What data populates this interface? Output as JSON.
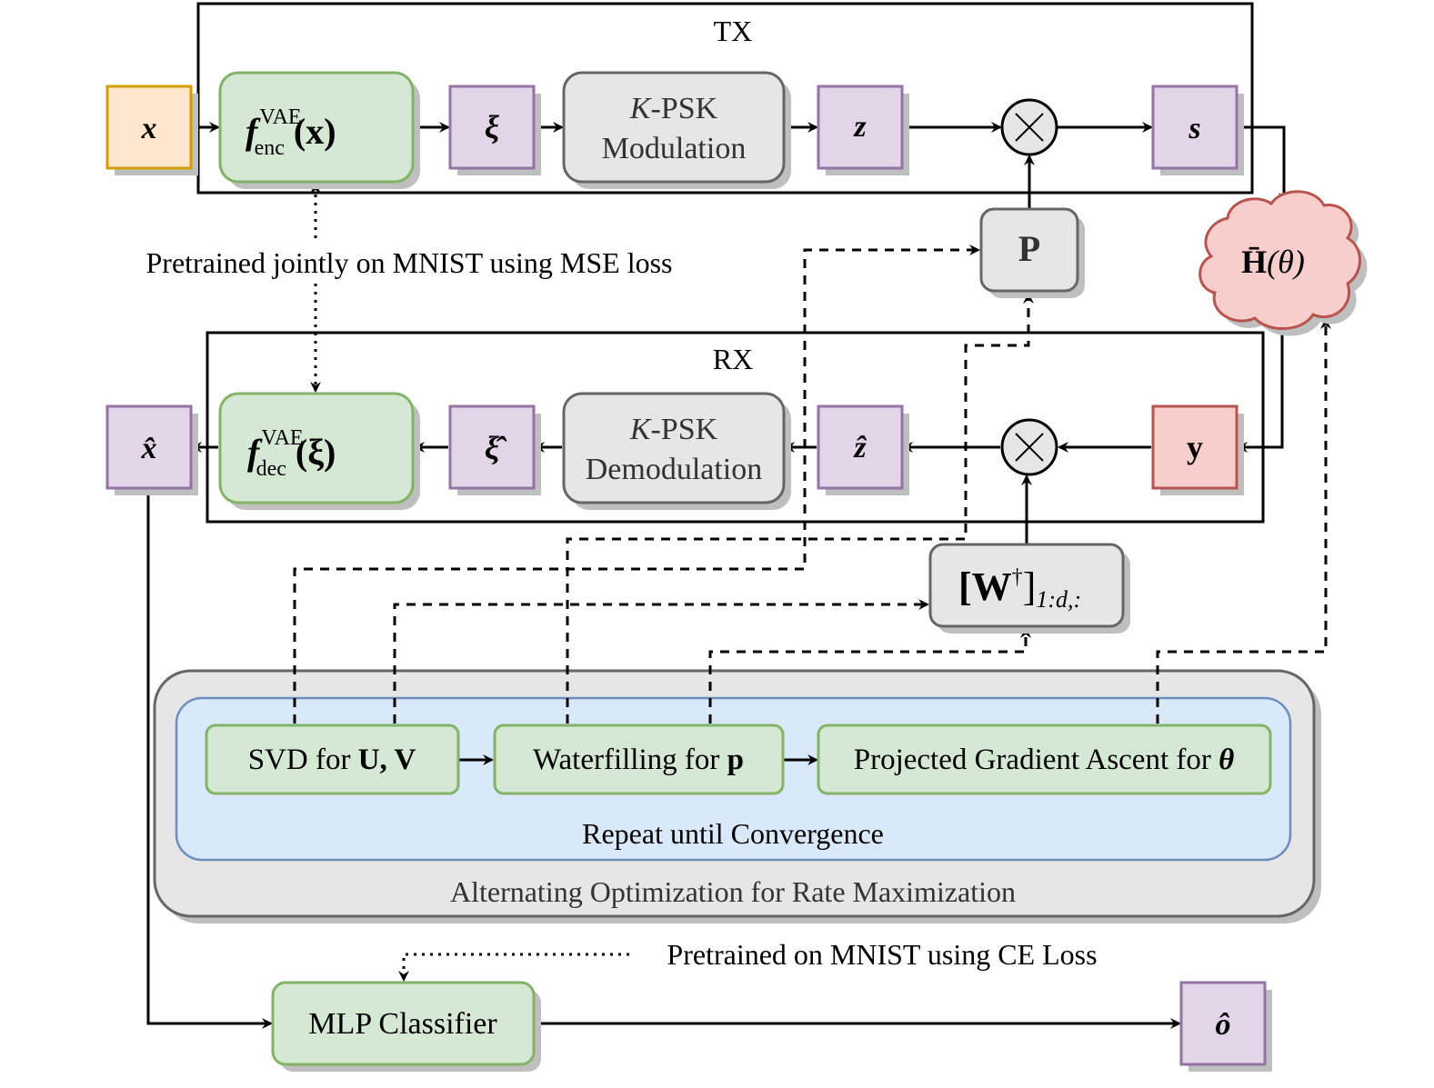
{
  "colors": {
    "input_fill": "#ffe6cc",
    "input_stroke": "#d79b00",
    "var_fill": "#e1d5e7",
    "var_stroke": "#9673a6",
    "nn_fill": "#d5e8d4",
    "nn_stroke": "#82b366",
    "op_fill": "#e6e6e6",
    "op_stroke": "#666666",
    "chan_fill": "#f8cecc",
    "chan_stroke": "#b85450",
    "loop_fill": "#dae8fc",
    "loop_stroke": "#6c8ebf",
    "shadow": "#bfbfbf"
  },
  "tx": {
    "title": "TX",
    "input_x": "x",
    "encoder": {
      "f": "f",
      "sup": "VAE",
      "sub": "enc",
      "arg": "(x)"
    },
    "xi": "ξ",
    "modulation": {
      "k": "K",
      "line1": "-PSK",
      "line2": "Modulation"
    },
    "z": "z",
    "multiply": "×",
    "s": "s"
  },
  "precoder": "P",
  "channel": {
    "label": "H̄",
    "arg": "(θ)"
  },
  "note_mse": "Pretrained jointly on MNIST using MSE loss",
  "rx": {
    "title": "RX",
    "x_hat": "x̂",
    "decoder": {
      "f": "f",
      "sup": "VAE",
      "sub": "dec",
      "arg": "(ξ)"
    },
    "xi_hat": "ξ̂",
    "demodulation": {
      "k": "K",
      "line1": "-PSK",
      "line2": "Demodulation"
    },
    "z_hat": "ẑ",
    "multiply": "×",
    "y": "y"
  },
  "combiner": {
    "main": "[W",
    "dagger": "†",
    "close": "]",
    "sub": "1:d,:"
  },
  "optimization": {
    "outer_label": "Alternating Optimization for Rate Maximization",
    "inner_label": "Repeat until Convergence",
    "steps": [
      {
        "text": "SVD for ",
        "math": "U, V"
      },
      {
        "text": "Waterfilling for ",
        "math": "p"
      },
      {
        "text": "Projected Gradient Ascent for ",
        "math": "θ"
      }
    ]
  },
  "note_ce": "Pretrained on MNIST using CE Loss",
  "classifier": "MLP Classifier",
  "o_hat": "ô"
}
